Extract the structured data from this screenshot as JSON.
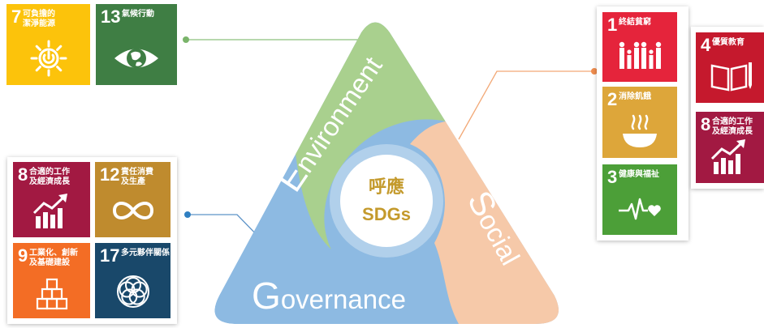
{
  "center": {
    "line1": "呼應",
    "line2": "SDGs"
  },
  "pillars": {
    "environment": "Environment",
    "social": "Social",
    "governance": "Governance"
  },
  "colors": {
    "environment": "#A9D08E",
    "social": "#F6C9A9",
    "governance": "#8DBAE2",
    "center_text": "#C49A2C",
    "environment_connector": "#7AB46A",
    "governance_connector": "#2F7FC1",
    "social_connector": "#EE8C4E"
  },
  "sdg_tiles": {
    "environment": [
      {
        "number": "7",
        "line1": "可負擔的",
        "line2": "潔淨能源",
        "color": "#FCC30B",
        "icon": "power-sun-icon"
      },
      {
        "number": "13",
        "line1": "氣候行動",
        "color": "#3F7E44",
        "icon": "eye-globe-icon"
      }
    ],
    "governance": [
      {
        "number": "8",
        "line1": "合適的工作",
        "line2": "及經濟成長",
        "color": "#A21942",
        "icon": "growth-chart-icon"
      },
      {
        "number": "12",
        "line1": "責任消費",
        "line2": "及生產",
        "color": "#BF8B2E",
        "icon": "infinity-icon"
      },
      {
        "number": "9",
        "line1": "工業化、創新",
        "line2": "及基礎建設",
        "color": "#F36D25",
        "icon": "cubes-icon"
      },
      {
        "number": "17",
        "line1": "多元夥伴關係",
        "color": "#19486A",
        "icon": "rings-flower-icon"
      }
    ],
    "social": [
      {
        "number": "1",
        "line1": "終結貧窮",
        "color": "#E5243B",
        "icon": "family-icon"
      },
      {
        "number": "2",
        "line1": "消除飢餓",
        "color": "#DDA63A",
        "icon": "bowl-icon"
      },
      {
        "number": "3",
        "line1": "健康與福祉",
        "color": "#4C9F38",
        "icon": "heartbeat-icon"
      },
      {
        "number": "4",
        "line1": "優質教育",
        "color": "#C5192D",
        "icon": "book-pencil-icon"
      },
      {
        "number": "8",
        "line1": "合適的工作",
        "line2": "及經濟成長",
        "color": "#A21942",
        "icon": "growth-chart-icon"
      }
    ]
  }
}
